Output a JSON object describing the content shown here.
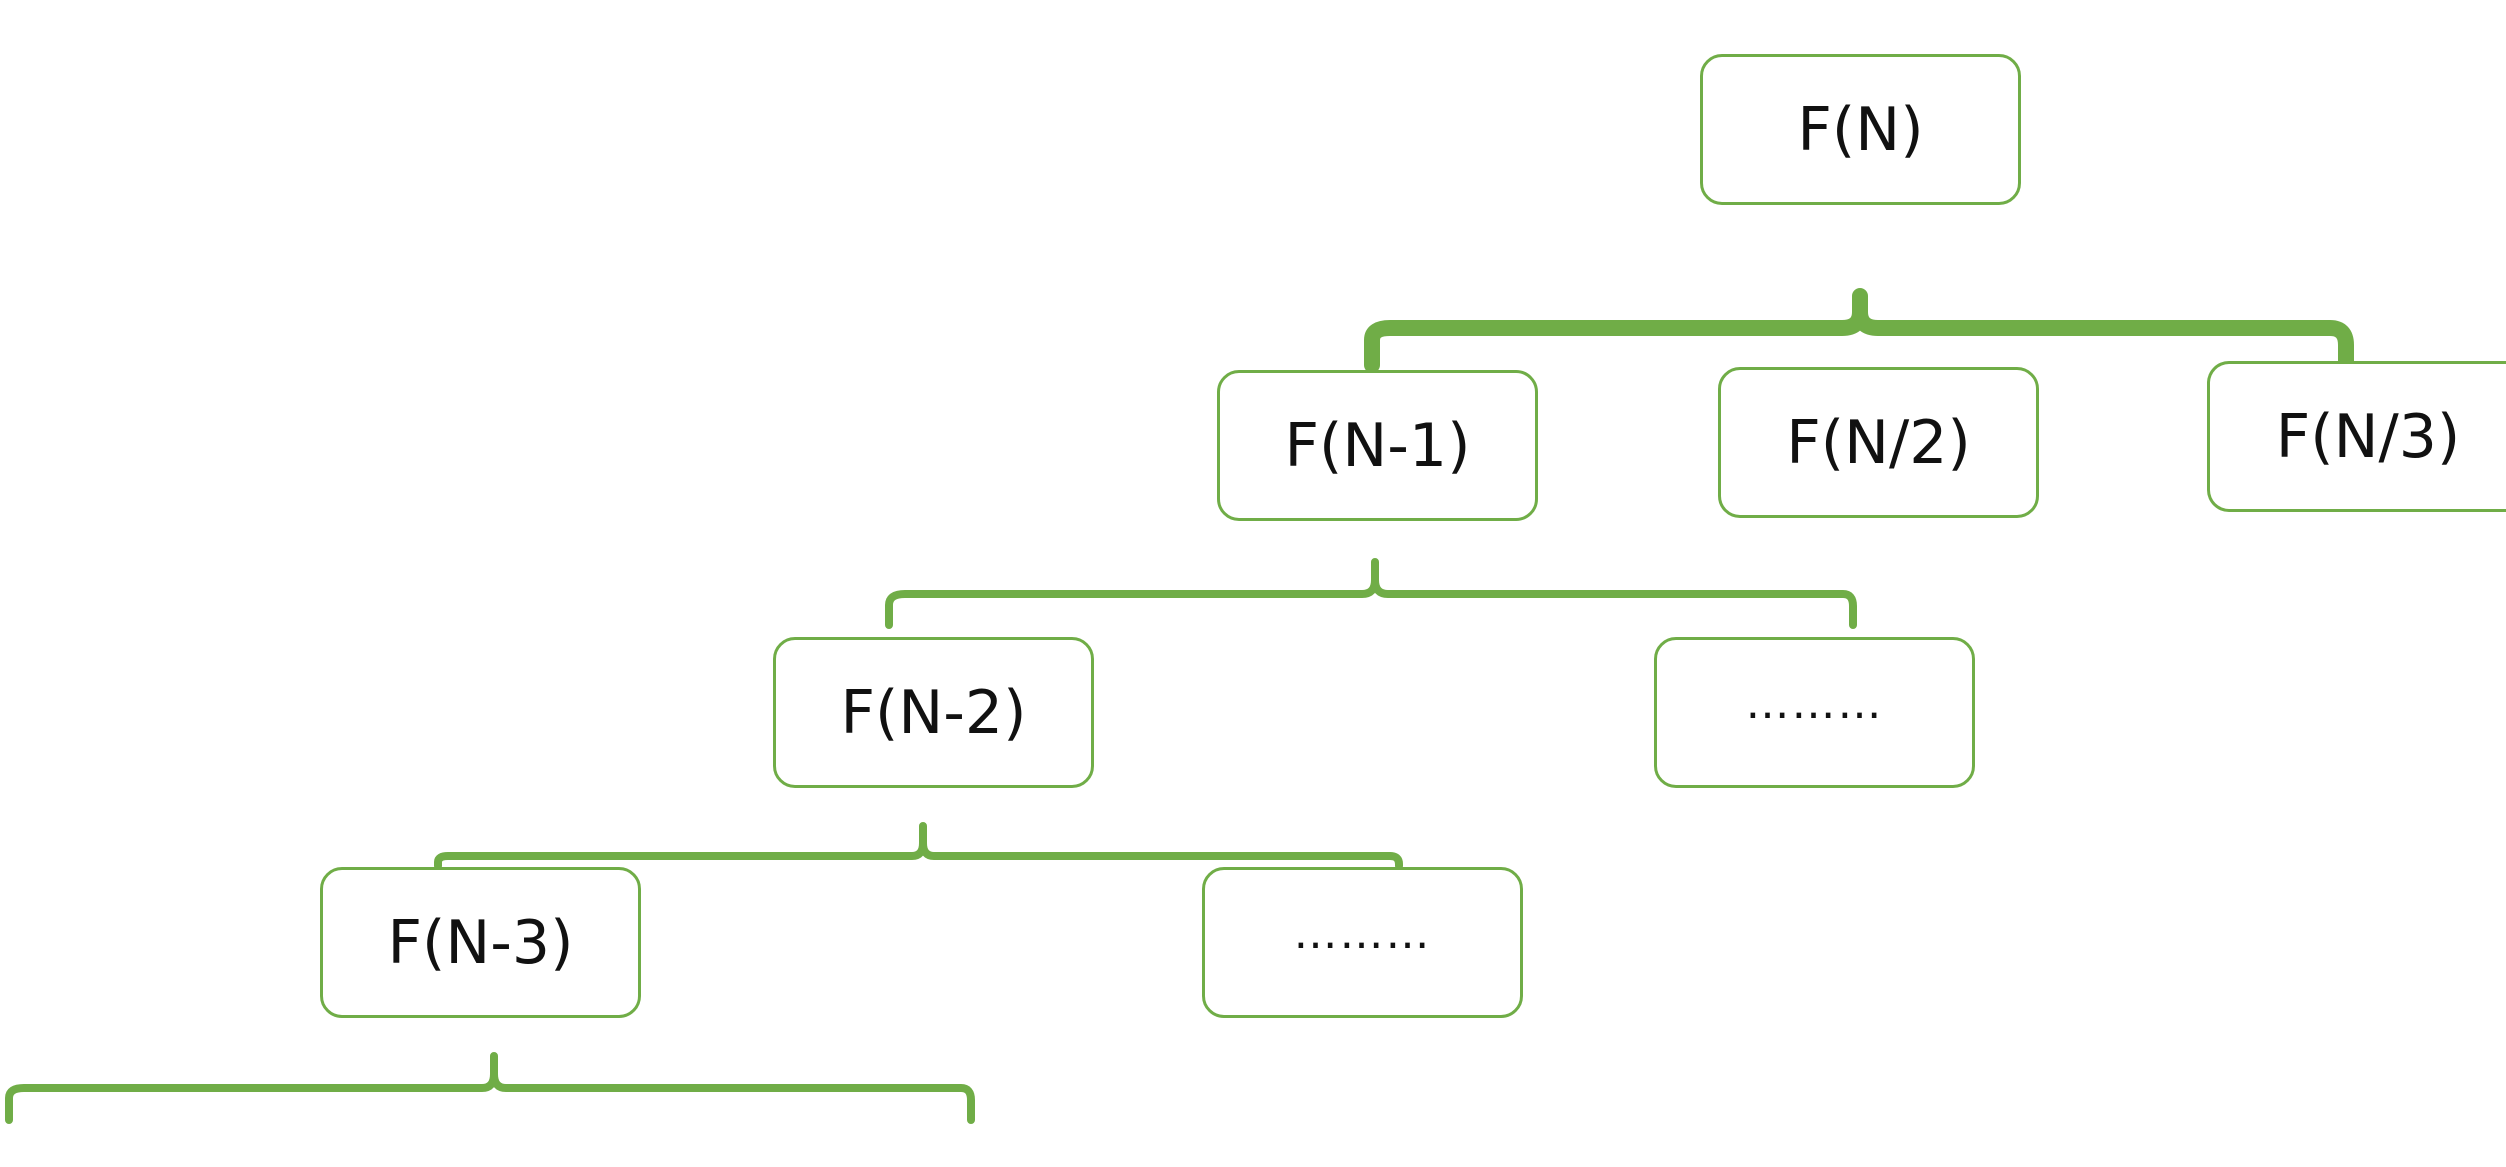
{
  "colors": {
    "stroke": "#70ad47",
    "text": "#111111",
    "background": "#ffffff"
  },
  "nodes": {
    "root": "F(N)",
    "n1": "F(N-1)",
    "n2": "F(N/2)",
    "n3": "F(N/3)",
    "n4": "F(N-2)",
    "n5": "………",
    "n6": "F(N-3)",
    "n7": "………"
  }
}
